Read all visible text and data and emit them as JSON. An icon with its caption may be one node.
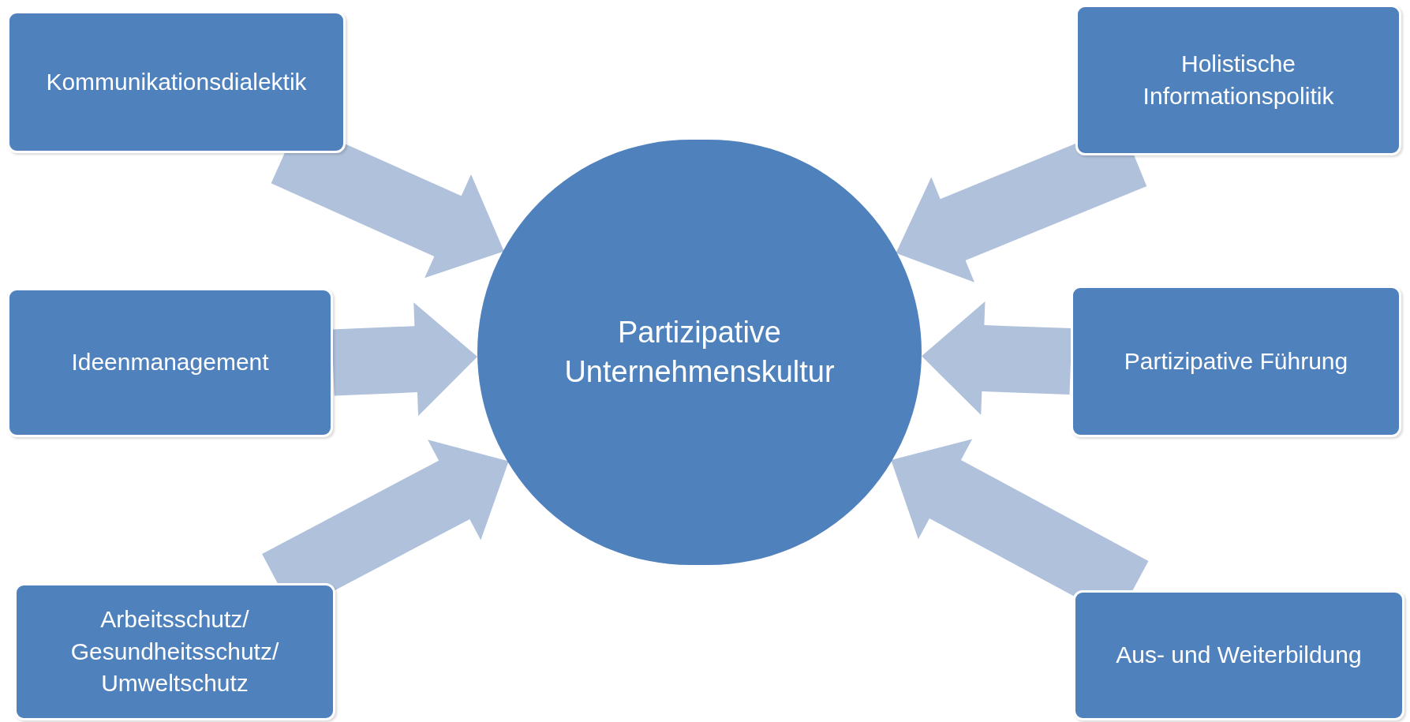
{
  "diagram": {
    "nodes": [
      {
        "text": [
          "Kommunikationsdialektik"
        ]
      },
      {
        "text": [
          "Holistische Informationspolitik"
        ]
      },
      {
        "text": [
          "Ideenmanagement"
        ]
      },
      {
        "text": [
          "Partizipative Unternehmenskultur"
        ]
      },
      {
        "text": [
          "Partizipative Führung"
        ]
      },
      {
        "text": [
          "Arbeitsschutz/ Gesundheitsschutz/ Umweltschutz"
        ]
      },
      {
        "text": [
          "Aus- und Weiterbildung"
        ]
      }
    ],
    "edges": [
      {
        "from": 0,
        "to": 3,
        "arrow": "to"
      },
      {
        "from": 1,
        "to": 3,
        "arrow": "to"
      },
      {
        "from": 2,
        "to": 3,
        "arrow": "to"
      },
      {
        "from": 4,
        "to": 3,
        "arrow": "to"
      },
      {
        "from": 5,
        "to": 3,
        "arrow": "to"
      },
      {
        "from": 6,
        "to": 3,
        "arrow": "to"
      }
    ]
  }
}
